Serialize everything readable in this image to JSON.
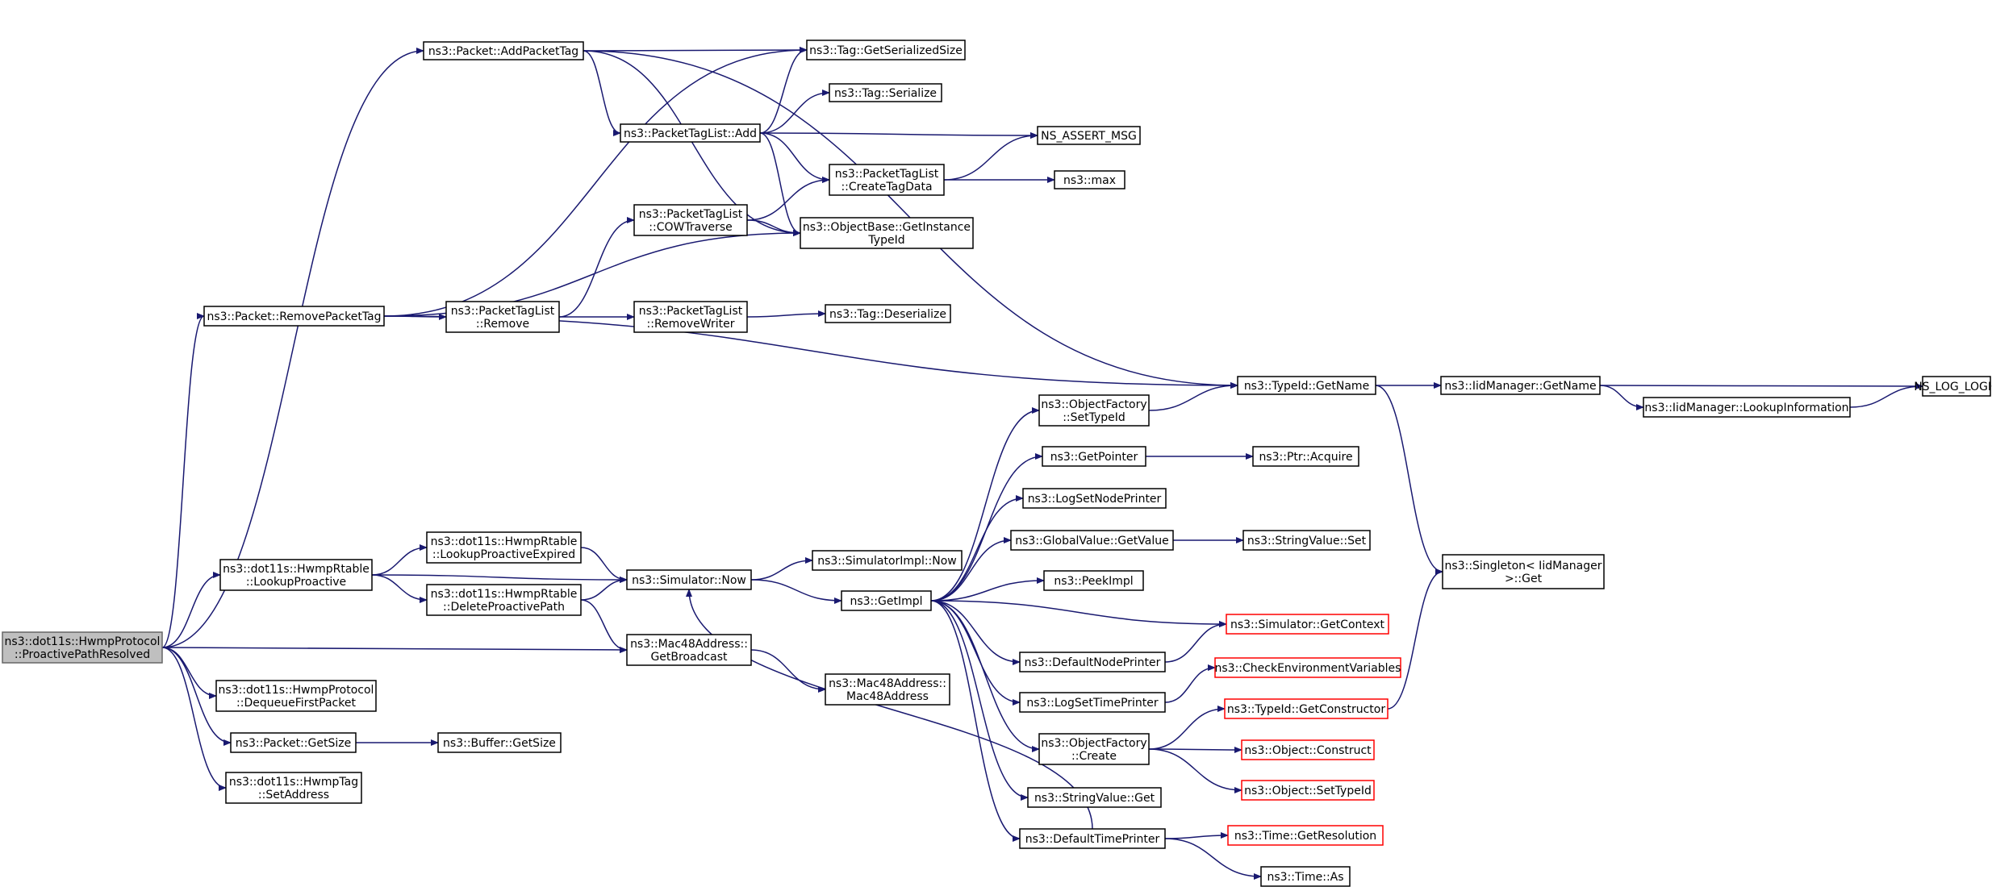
{
  "colors": {
    "edge": "#191970",
    "root_fill": "#bfbfbf",
    "red_border": "#ff0000",
    "border": "#000000"
  },
  "nodes": {
    "root": {
      "lines": [
        "ns3::dot11s::HwmpProtocol",
        "::ProactivePathResolved"
      ],
      "style": "root"
    },
    "addPacketTag": {
      "lines": [
        "ns3::Packet::AddPacketTag"
      ]
    },
    "removePacketTag": {
      "lines": [
        "ns3::Packet::RemovePacketTag"
      ]
    },
    "lookupProactive": {
      "lines": [
        "ns3::dot11s::HwmpRtable",
        "::LookupProactive"
      ]
    },
    "dequeueFirstPacket": {
      "lines": [
        "ns3::dot11s::HwmpProtocol",
        "::DequeueFirstPacket"
      ]
    },
    "packetGetSize": {
      "lines": [
        "ns3::Packet::GetSize"
      ]
    },
    "hwmpTagSetAddress": {
      "lines": [
        "ns3::dot11s::HwmpTag",
        "::SetAddress"
      ]
    },
    "tagGetSerializedSize": {
      "lines": [
        "ns3::Tag::GetSerializedSize"
      ]
    },
    "tagSerialize": {
      "lines": [
        "ns3::Tag::Serialize"
      ]
    },
    "packetTagListAdd": {
      "lines": [
        "ns3::PacketTagList::Add"
      ]
    },
    "nsAssertMsg": {
      "lines": [
        "NS_ASSERT_MSG"
      ]
    },
    "createTagData": {
      "lines": [
        "ns3::PacketTagList",
        "::CreateTagData"
      ]
    },
    "nsMax": {
      "lines": [
        "ns3::max"
      ]
    },
    "cowTraverse": {
      "lines": [
        "ns3::PacketTagList",
        "::COWTraverse"
      ]
    },
    "getInstanceTypeId": {
      "lines": [
        "ns3::ObjectBase::GetInstance",
        "TypeId"
      ]
    },
    "packetTagListRemove": {
      "lines": [
        "ns3::PacketTagList",
        "::Remove"
      ]
    },
    "removeWriter": {
      "lines": [
        "ns3::PacketTagList",
        "::RemoveWriter"
      ]
    },
    "tagDeserialize": {
      "lines": [
        "ns3::Tag::Deserialize"
      ]
    },
    "typeIdGetName": {
      "lines": [
        "ns3::TypeId::GetName"
      ]
    },
    "iidGetName": {
      "lines": [
        "ns3::IidManager::GetName"
      ]
    },
    "nsLogLogic": {
      "lines": [
        "NS_LOG_LOGIC"
      ]
    },
    "iidLookupInfo": {
      "lines": [
        "ns3::IidManager::LookupInformation"
      ]
    },
    "singletonGet": {
      "lines": [
        "ns3::Singleton< IidManager",
        ">::Get"
      ]
    },
    "lookupProactiveExpired": {
      "lines": [
        "ns3::dot11s::HwmpRtable",
        "::LookupProactiveExpired"
      ]
    },
    "deleteProactivePath": {
      "lines": [
        "ns3::dot11s::HwmpRtable",
        "::DeleteProactivePath"
      ]
    },
    "simulatorNow": {
      "lines": [
        "ns3::Simulator::Now"
      ]
    },
    "simulatorImplNow": {
      "lines": [
        "ns3::SimulatorImpl::Now"
      ]
    },
    "getImpl": {
      "lines": [
        "ns3::GetImpl"
      ]
    },
    "getBroadcast": {
      "lines": [
        "ns3::Mac48Address::",
        "GetBroadcast"
      ]
    },
    "mac48Address": {
      "lines": [
        "ns3::Mac48Address::",
        "Mac48Address"
      ]
    },
    "bufferGetSize": {
      "lines": [
        "ns3::Buffer::GetSize"
      ]
    },
    "objFactorySetTypeId": {
      "lines": [
        "ns3::ObjectFactory",
        "::SetTypeId"
      ]
    },
    "getPointer": {
      "lines": [
        "ns3::GetPointer"
      ]
    },
    "ptrAcquire": {
      "lines": [
        "ns3::Ptr::Acquire"
      ]
    },
    "logSetNodePrinter": {
      "lines": [
        "ns3::LogSetNodePrinter"
      ]
    },
    "globalValueGetValue": {
      "lines": [
        "ns3::GlobalValue::GetValue"
      ]
    },
    "stringValueSet": {
      "lines": [
        "ns3::StringValue::Set"
      ]
    },
    "peekImpl": {
      "lines": [
        "ns3::PeekImpl"
      ]
    },
    "simulatorGetContext": {
      "lines": [
        "ns3::Simulator::GetContext"
      ],
      "style": "red"
    },
    "defaultNodePrinter": {
      "lines": [
        "ns3::DefaultNodePrinter"
      ]
    },
    "checkEnvVars": {
      "lines": [
        "ns3::CheckEnvironmentVariables"
      ],
      "style": "red"
    },
    "logSetTimePrinter": {
      "lines": [
        "ns3::LogSetTimePrinter"
      ]
    },
    "typeIdGetConstructor": {
      "lines": [
        "ns3::TypeId::GetConstructor"
      ],
      "style": "red"
    },
    "objFactoryCreate": {
      "lines": [
        "ns3::ObjectFactory",
        "::Create"
      ]
    },
    "objectConstruct": {
      "lines": [
        "ns3::Object::Construct"
      ],
      "style": "red"
    },
    "objectSetTypeId": {
      "lines": [
        "ns3::Object::SetTypeId"
      ],
      "style": "red"
    },
    "stringValueGet": {
      "lines": [
        "ns3::StringValue::Get"
      ]
    },
    "defaultTimePrinter": {
      "lines": [
        "ns3::DefaultTimePrinter"
      ]
    },
    "timeGetResolution": {
      "lines": [
        "ns3::Time::GetResolution"
      ],
      "style": "red"
    },
    "timeAs": {
      "lines": [
        "ns3::Time::As"
      ]
    }
  },
  "edges": [
    [
      "root",
      "addPacketTag"
    ],
    [
      "root",
      "removePacketTag"
    ],
    [
      "root",
      "lookupProactive"
    ],
    [
      "root",
      "getBroadcast"
    ],
    [
      "root",
      "dequeueFirstPacket"
    ],
    [
      "root",
      "packetGetSize"
    ],
    [
      "root",
      "hwmpTagSetAddress"
    ],
    [
      "addPacketTag",
      "tagGetSerializedSize"
    ],
    [
      "addPacketTag",
      "packetTagListAdd"
    ],
    [
      "addPacketTag",
      "getInstanceTypeId"
    ],
    [
      "addPacketTag",
      "typeIdGetName"
    ],
    [
      "packetTagListAdd",
      "tagGetSerializedSize"
    ],
    [
      "packetTagListAdd",
      "tagSerialize"
    ],
    [
      "packetTagListAdd",
      "nsAssertMsg"
    ],
    [
      "packetTagListAdd",
      "createTagData"
    ],
    [
      "packetTagListAdd",
      "getInstanceTypeId"
    ],
    [
      "createTagData",
      "nsAssertMsg"
    ],
    [
      "createTagData",
      "nsMax"
    ],
    [
      "cowTraverse",
      "createTagData"
    ],
    [
      "cowTraverse",
      "getInstanceTypeId"
    ],
    [
      "removePacketTag",
      "tagGetSerializedSize"
    ],
    [
      "removePacketTag",
      "getInstanceTypeId"
    ],
    [
      "removePacketTag",
      "packetTagListRemove"
    ],
    [
      "removePacketTag",
      "typeIdGetName"
    ],
    [
      "packetTagListRemove",
      "cowTraverse"
    ],
    [
      "packetTagListRemove",
      "removeWriter"
    ],
    [
      "removeWriter",
      "tagDeserialize"
    ],
    [
      "typeIdGetName",
      "iidGetName"
    ],
    [
      "typeIdGetName",
      "singletonGet"
    ],
    [
      "iidGetName",
      "nsLogLogic"
    ],
    [
      "iidGetName",
      "iidLookupInfo"
    ],
    [
      "iidLookupInfo",
      "nsLogLogic"
    ],
    [
      "lookupProactive",
      "simulatorNow"
    ],
    [
      "lookupProactive",
      "lookupProactiveExpired"
    ],
    [
      "lookupProactive",
      "deleteProactivePath"
    ],
    [
      "lookupProactiveExpired",
      "simulatorNow"
    ],
    [
      "deleteProactivePath",
      "simulatorNow"
    ],
    [
      "deleteProactivePath",
      "getBroadcast"
    ],
    [
      "simulatorNow",
      "simulatorImplNow"
    ],
    [
      "simulatorNow",
      "getImpl"
    ],
    [
      "getBroadcast",
      "mac48Address"
    ],
    [
      "packetGetSize",
      "bufferGetSize"
    ],
    [
      "getImpl",
      "objFactorySetTypeId"
    ],
    [
      "getImpl",
      "getPointer"
    ],
    [
      "getImpl",
      "logSetNodePrinter"
    ],
    [
      "getImpl",
      "globalValueGetValue"
    ],
    [
      "getImpl",
      "peekImpl"
    ],
    [
      "getImpl",
      "simulatorGetContext"
    ],
    [
      "getImpl",
      "defaultNodePrinter"
    ],
    [
      "getImpl",
      "logSetTimePrinter"
    ],
    [
      "getImpl",
      "objFactoryCreate"
    ],
    [
      "getImpl",
      "stringValueGet"
    ],
    [
      "getImpl",
      "defaultTimePrinter"
    ],
    [
      "objFactorySetTypeId",
      "typeIdGetName"
    ],
    [
      "getPointer",
      "ptrAcquire"
    ],
    [
      "globalValueGetValue",
      "stringValueSet"
    ],
    [
      "defaultNodePrinter",
      "simulatorGetContext"
    ],
    [
      "logSetTimePrinter",
      "checkEnvVars"
    ],
    [
      "objFactoryCreate",
      "typeIdGetConstructor"
    ],
    [
      "objFactoryCreate",
      "objectConstruct"
    ],
    [
      "objFactoryCreate",
      "objectSetTypeId"
    ],
    [
      "typeIdGetConstructor",
      "singletonGet"
    ],
    [
      "defaultTimePrinter",
      "simulatorNow"
    ],
    [
      "defaultTimePrinter",
      "timeGetResolution"
    ],
    [
      "defaultTimePrinter",
      "timeAs"
    ]
  ]
}
